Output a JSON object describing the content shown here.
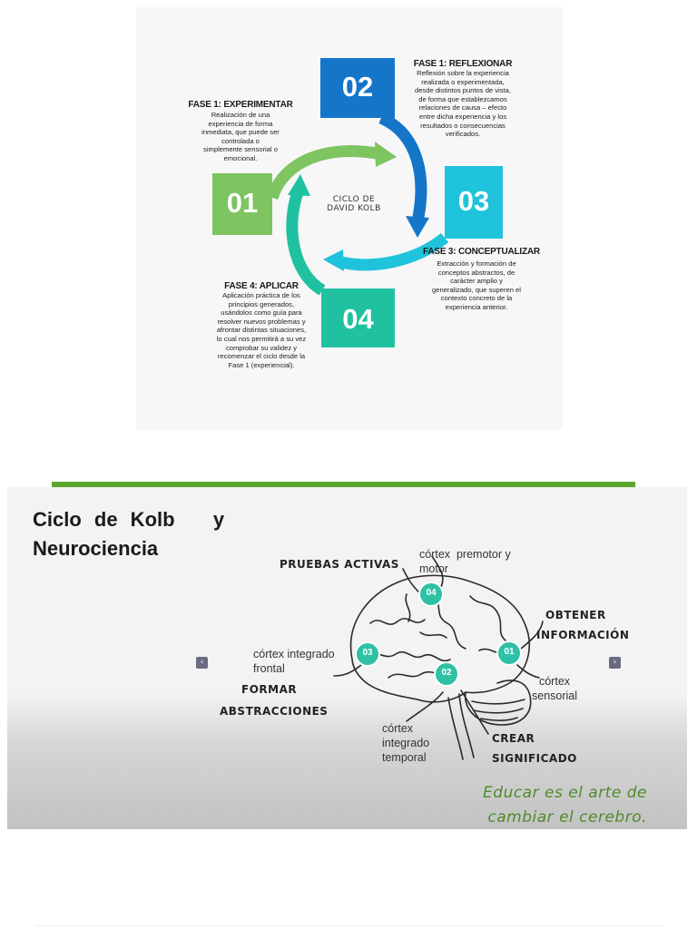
{
  "kolb": {
    "center_label_line1": "CICLO DE",
    "center_label_line2": "DAVID KOLB",
    "phases": [
      {
        "number": "01",
        "title": "FASE 1: EXPERIMENTAR",
        "color": "#7ec461",
        "desc": [
          "Realización de una",
          "experiencia de forma",
          "inmediata, que puede ser",
          "controlada o",
          "simplemente sensorial o",
          "emocional."
        ]
      },
      {
        "number": "02",
        "title": "FASE 1: REFLEXIONAR",
        "color": "#1576c9",
        "desc": [
          "Reflexión sobre la experiencia",
          "realizada o experimentada,",
          "desde distintos puntos de vista,",
          "de forma que establezcamos",
          "relaciones de causa – efecto",
          "entre dicha experiencia y los",
          "resultados o consecuencias",
          "verificados."
        ]
      },
      {
        "number": "03",
        "title": "FASE 3: CONCEPTUALIZAR",
        "color": "#1fc3dc",
        "desc": [
          "Extracción y formación de",
          "conceptos abstractos, de",
          "carácter amplio y",
          "generalizado, que superen el",
          "contexto concreto de la",
          "experiencia anterior."
        ]
      },
      {
        "number": "04",
        "title": "FASE 4: APLICAR",
        "color": "#20c1a1",
        "desc": [
          "Aplicación práctica de los",
          "principios generados,",
          "usándolos como guía para",
          "resolver nuevos problemas y",
          "afrontar distintas situaciones,",
          "lo cual nos permitirá a su vez",
          "comprobar su validez y",
          "recomenzar el ciclo desde la",
          "Fase 1 (experiencial)."
        ]
      }
    ]
  },
  "slide": {
    "title_line1": "Ciclo de Kolb   y",
    "title_line2": "Neurociencia",
    "hand_pruebas": "PRUEBAS ACTIVAS",
    "hand_obtener1": "OBTENER",
    "hand_obtener2": "INFORMACIÓN",
    "hand_formar1": "FORMAR",
    "hand_formar2": "ABSTRACCIONES",
    "hand_crear1": "CREAR",
    "hand_crear2": "SIGNIFICADO",
    "label_premotor1": "córtex  premotor y",
    "label_premotor2": "motor",
    "label_frontal1": "córtex integrado",
    "label_frontal2": "frontal",
    "label_sensorial1": "córtex",
    "label_sensorial2": "sensorial",
    "label_temporal1": "córtex",
    "label_temporal2": "integrado",
    "label_temporal3": "temporal",
    "badge_01": "01",
    "badge_02": "02",
    "badge_03": "03",
    "badge_04": "04",
    "badge_color": "#2fc1a6",
    "prev_icon": "‹",
    "next_icon": "›",
    "quote_line1": "Educar es el arte de",
    "quote_line2": "cambiar el cerebro."
  }
}
